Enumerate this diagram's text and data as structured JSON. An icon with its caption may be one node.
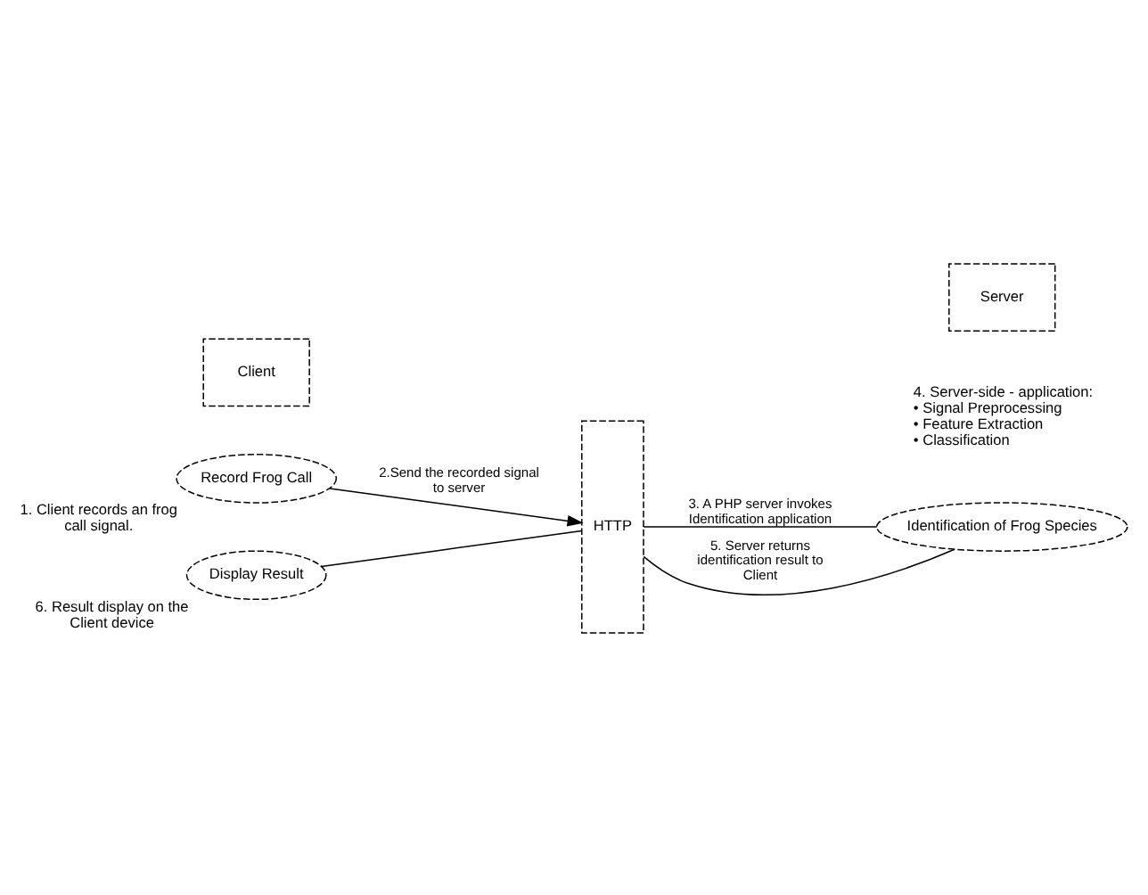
{
  "diagram": {
    "nodes": [
      {
        "text": [
          "Record Frog Call"
        ],
        "beside": [
          "1. Client records an frog call signal."
        ]
      },
      {
        "text": [
          "HTTP"
        ]
      },
      {
        "text": [
          "Identification of Frog Species"
        ]
      },
      {
        "text": [
          "Display Result"
        ],
        "beside": [
          "6. Result display on the Client device"
        ]
      },
      {
        "text": [
          "Client"
        ]
      },
      {
        "text": [
          "Server"
        ]
      }
    ],
    "edges": [
      {
        "from": 0,
        "to": 1,
        "arrow": "to",
        "label": "2.Send the recorded signal to server"
      },
      {
        "from": 1,
        "to": 2,
        "arrow": "none",
        "label": "3. A PHP server invokes Identification application"
      },
      {
        "from": 2,
        "to": 1,
        "arrow": "none",
        "label": "5. Server returns identification result to Client"
      },
      {
        "from": 1,
        "to": 3,
        "arrow": "none"
      }
    ],
    "labels": [
      "4. Server-side - application:",
      "• Signal Preprocessing",
      "• Feature Extraction",
      "• Classification"
    ]
  }
}
